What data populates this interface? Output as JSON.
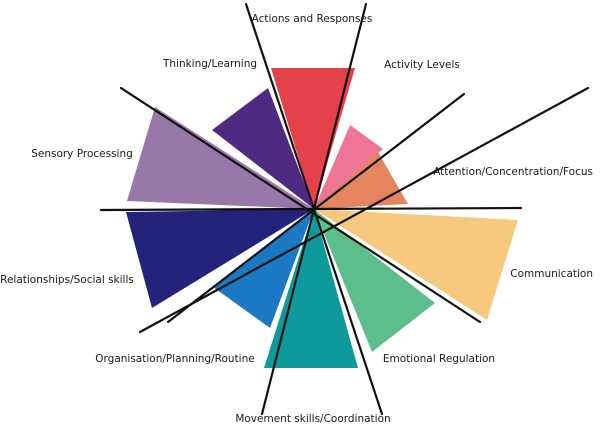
{
  "chart_data": {
    "type": "radial-wedge",
    "categories": [
      "Actions and Responses",
      "Activity Levels",
      "Attention/Concentration/Focus",
      "Communication",
      "Emotional Regulation",
      "Movement skills/Coordination",
      "Organisation/Planning/Routine",
      "Relationships/Social skills",
      "Sensory Processing",
      "Thinking/Learning"
    ],
    "colors": [
      "#e5414b",
      "#ef7597",
      "#e5855f",
      "#f6c97f",
      "#5bbe8b",
      "#0e9a9b",
      "#1a79c2",
      "#24237b",
      "#9878a8",
      "#4e2a82"
    ]
  }
}
